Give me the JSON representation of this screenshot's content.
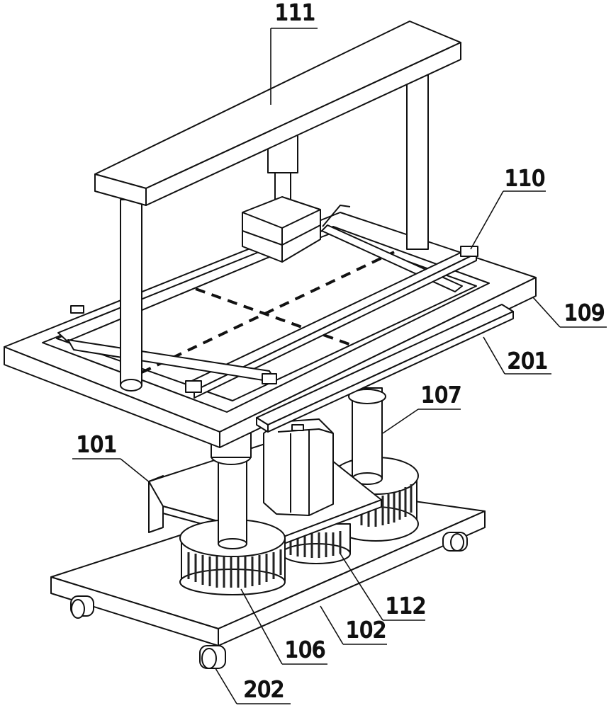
{
  "labels": {
    "l111": "111",
    "l110": "110",
    "l109": "109",
    "l201": "201",
    "l107": "107",
    "l101": "101",
    "l112": "112",
    "l102": "102",
    "l106": "106",
    "l202": "202"
  },
  "colors": {
    "line": "#111111",
    "fill": "#ffffff",
    "hatch": "#222222"
  }
}
